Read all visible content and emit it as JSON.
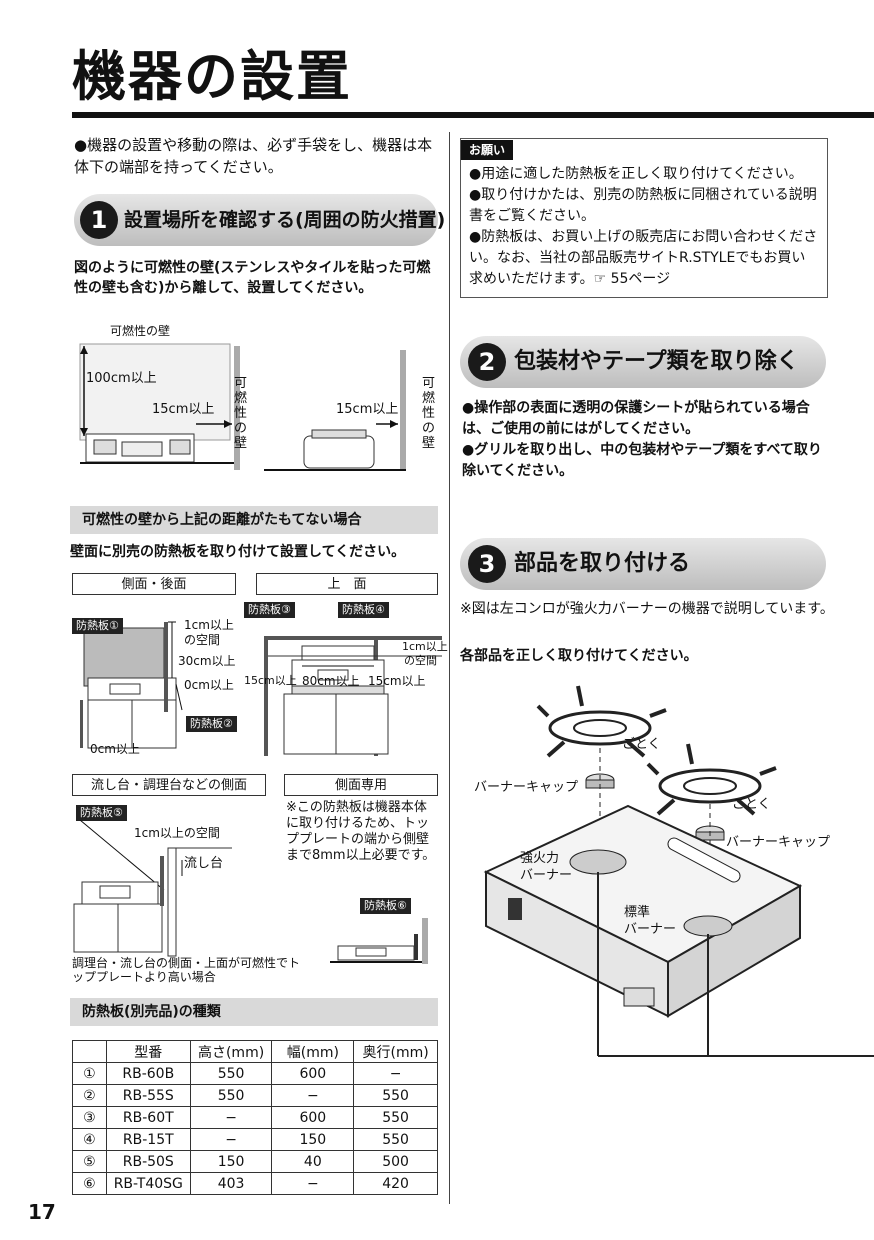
{
  "page": {
    "title": "機器の設置",
    "page_number": "17"
  },
  "left": {
    "intro": "●機器の設置や移動の際は、必ず手袋をし、機器は本体下の端部を持ってください。",
    "section1": {
      "number": "1",
      "title": "設置場所を確認する(周囲の防火措置)",
      "lead": "図のように可燃性の壁(ステンレスやタイルを貼った可燃性の壁も含む)から離して、設置してください。",
      "fig": {
        "wall_top_label": "可燃性の壁",
        "height_label": "100cm以上",
        "gap_label_left": "15cm以上",
        "gap_label_right": "15cm以上",
        "side_wall_label": "可燃性の壁"
      }
    },
    "subsection1": {
      "title": "可燃性の壁から上記の距離がたもてない場合",
      "lead": "壁面に別売の防熱板を取り付けて設置してください。",
      "label_side_back": "側面・後面",
      "label_top": "上　面",
      "tags": [
        "防熱板①",
        "防熱板②",
        "防熱板③",
        "防熱板④",
        "防熱板⑤",
        "防熱板⑥"
      ],
      "dims": {
        "gap_1cm": "1cm以上",
        "gap_space": "の空間",
        "h30": "30cm以上",
        "h0": "0cm以上",
        "bottom0": "0cm以上",
        "top_1cm": "1cm以上",
        "top_space": "の空間",
        "top_15_left": "15cm以上",
        "top_80": "80cm以上",
        "top_15_right": "15cm以上"
      },
      "label_sink": "流し台・調理台などの側面",
      "label_side_only": "側面専用",
      "sink_gap": "1cm以上の空間",
      "sink_label": "流し台",
      "side_note": "※この防熱板は機器本体に取り付けるため、トッププレートの端から側壁まで8mm以上必要です。",
      "sink_caption": "調理台・流し台の側面・上面が可燃性でトッププレートより高い場合"
    },
    "subsection2": {
      "title": "防熱板(別売品)の種類",
      "headers": [
        "",
        "型番",
        "高さ(mm)",
        "幅(mm)",
        "奥行(mm)"
      ],
      "rows": [
        [
          "①",
          "RB-60B",
          "550",
          "600",
          "−"
        ],
        [
          "②",
          "RB-55S",
          "550",
          "−",
          "550"
        ],
        [
          "③",
          "RB-60T",
          "−",
          "600",
          "550"
        ],
        [
          "④",
          "RB-15T",
          "−",
          "150",
          "550"
        ],
        [
          "⑤",
          "RB-50S",
          "150",
          "40",
          "500"
        ],
        [
          "⑥",
          "RB-T40SG",
          "403",
          "−",
          "420"
        ]
      ]
    }
  },
  "right": {
    "notice": {
      "head": "お願い",
      "items": [
        "●用途に適した防熱板を正しく取り付けてください。",
        "●取り付けかたは、別売の防熱板に同梱されている説明書をご覧ください。",
        "●防熱板は、お買い上げの販売店にお問い合わせください。なお、当社の部品販売サイトR.STYLEでもお買い求めいただけます。☞ 55ページ"
      ]
    },
    "section2": {
      "number": "2",
      "title": "包装材やテープ類を取り除く",
      "items": [
        "●操作部の表面に透明の保護シートが貼られている場合は、ご使用の前にはがしてください。",
        "●グリルを取り出し、中の包装材やテープ類をすべて取り除いてください。"
      ]
    },
    "section3": {
      "number": "3",
      "title": "部品を取り付ける",
      "note": "※図は左コンロが強火力バーナーの機器で説明しています。",
      "lead": "各部品を正しく取り付けてください。",
      "fig": {
        "trivet_left": "ごとく",
        "cap_left": "バーナーキャップ",
        "trivet_right": "ごとく",
        "cap_right": "バーナーキャップ",
        "burner_strong_1": "強火力",
        "burner_strong_2": "バーナー",
        "burner_std_1": "標準",
        "burner_std_2": "バーナー"
      }
    }
  }
}
